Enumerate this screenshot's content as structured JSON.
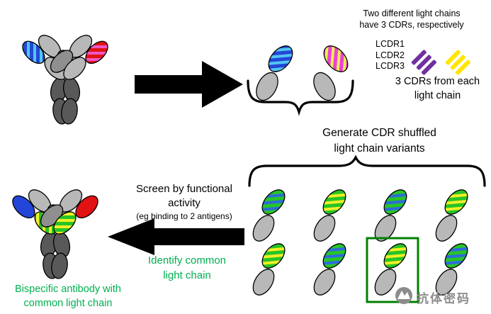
{
  "figure": {
    "type": "antibody-cdr-shuffling-workflow-diagram"
  },
  "labels": {
    "two_chains": [
      "Two different light chains",
      "have 3 CDRs, respectively"
    ],
    "lcdr_list": [
      "LCDR1",
      "LCDR2",
      "LCDR3"
    ],
    "cdrs_from_each": [
      "3 CDRs from each",
      "light chain"
    ],
    "generate": [
      "Generate CDR shuffled",
      "light chain variants"
    ],
    "screen": [
      "Screen by functional",
      "activity"
    ],
    "screen_note": "(eg binding to 2 antigens)",
    "identify": [
      "Identify common",
      "light chain"
    ],
    "bispecific": [
      "Bispecific antibody with",
      "common light chain"
    ],
    "watermark": "抗体密码"
  },
  "icons": {
    "cdr_set_1": "purple-diagonal-stripes-icon",
    "cdr_set_2": "yellow-diagonal-stripes-icon",
    "watermark_logo": "mountain-circle-logo",
    "arrow_right": "black-block-arrow-right",
    "arrow_left": "black-block-arrow-left"
  },
  "colors": {
    "light_chain1_base": "#2346d8",
    "light_chain1_stripe": "#52c6f0",
    "light_chain2_base": "#ef3fd8",
    "light_chain2_stripe": "#e8ef52",
    "red_domain_base": "#e01212",
    "red_domain_stripe": "#f056c8",
    "variant_base": "#27c427",
    "variant_stripe_blue": "#2d6bd9",
    "variant_stripe_yellow": "#f2ef25",
    "cdr_purple": "#7030a0",
    "cdr_yellow": "#ffe600",
    "fab_gray": "#b8b8b8",
    "fab_gray_dark": "#8f8f8f",
    "fc_dark": "#595959",
    "green_text": "#00B050",
    "highlight_green": "#008000",
    "watermark_gray": "#8c8c8c",
    "arrow_black": "#000000"
  }
}
